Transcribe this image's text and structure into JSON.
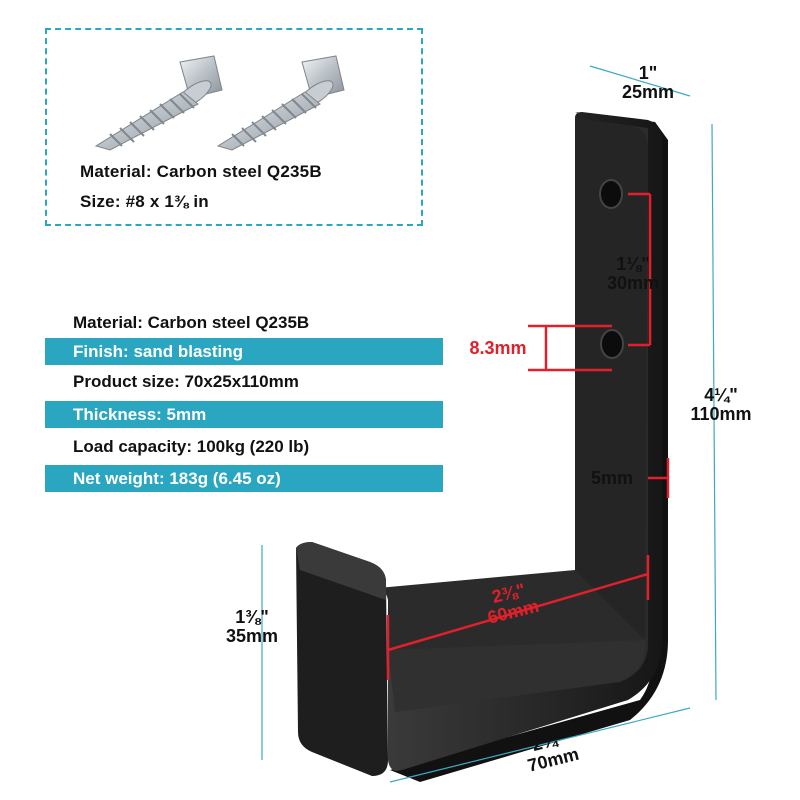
{
  "screws": {
    "material": "Material: Carbon steel Q235B",
    "size": "Size: #8 x 1⅜ in"
  },
  "specs": [
    {
      "text": "Material: Carbon steel Q235B",
      "highlight": false
    },
    {
      "text": "Finish: sand blasting",
      "highlight": true
    },
    {
      "text": "Product size: 70x25x110mm",
      "highlight": false
    },
    {
      "text": "Thickness: 5mm",
      "highlight": true
    },
    {
      "text": "Load capacity: 100kg (220 lb)",
      "highlight": false
    },
    {
      "text": "Net weight: 183g (6.45 oz)",
      "highlight": true
    }
  ],
  "dimensions": {
    "width_top": {
      "inch": "1\"",
      "mm": "25mm"
    },
    "hole_spacing": {
      "inch": "1⅛\"",
      "mm": "30mm"
    },
    "hole_diameter": {
      "mm": "8.3mm"
    },
    "height": {
      "inch": "4¼\"",
      "mm": "110mm"
    },
    "thickness": {
      "mm": "5mm"
    },
    "inner_depth": {
      "inch": "2⅜\"",
      "mm": "60mm"
    },
    "lip_height": {
      "inch": "1⅜\"",
      "mm": "35mm"
    },
    "total_depth": {
      "inch": "2¾\"",
      "mm": "70mm"
    }
  },
  "colors": {
    "accent": "#2aa6c1",
    "dimension_red": "#e0202a",
    "hook": "#222222"
  }
}
